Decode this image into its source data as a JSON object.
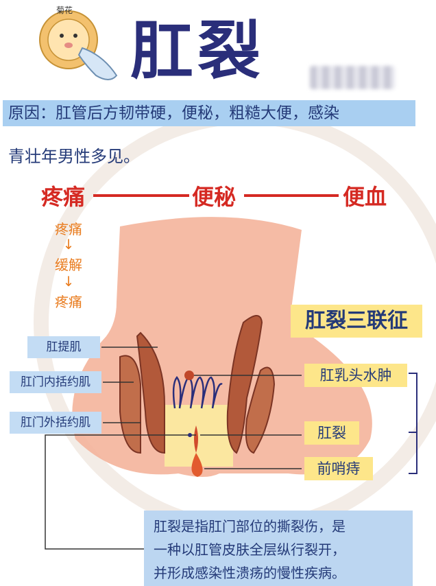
{
  "title": "肛裂",
  "icon_label": "菊花",
  "cause": "原因：肛管后方韧带硬，便秘，粗糙大便，感染",
  "note": "青壮年男性多见。",
  "sequence": [
    "疼痛",
    "便秘",
    "便血"
  ],
  "pain_cycle": {
    "items": [
      "疼痛",
      "缓解",
      "疼痛"
    ],
    "arrow": "↓"
  },
  "left_labels": [
    "肛提肌",
    "肛门内括约肌",
    "肛门外括约肌"
  ],
  "syndrome_title": "肛裂三联征",
  "right_labels": [
    "肛乳头水肿",
    "肛裂",
    "前哨痔"
  ],
  "description": [
    "肛裂是指肛门部位的撕裂伤，是",
    "一种以肛管皮肤全层纵行裂开，",
    "并形成感染性溃疡的慢性疾病。"
  ],
  "colors": {
    "title": "#2a2e7a",
    "red": "#d52a23",
    "orange": "#e97c1f",
    "blue_box": "#c3dcf4",
    "yellow_box": "#fde68a",
    "body": "#f4b49b",
    "muscle": "#b2593a"
  }
}
